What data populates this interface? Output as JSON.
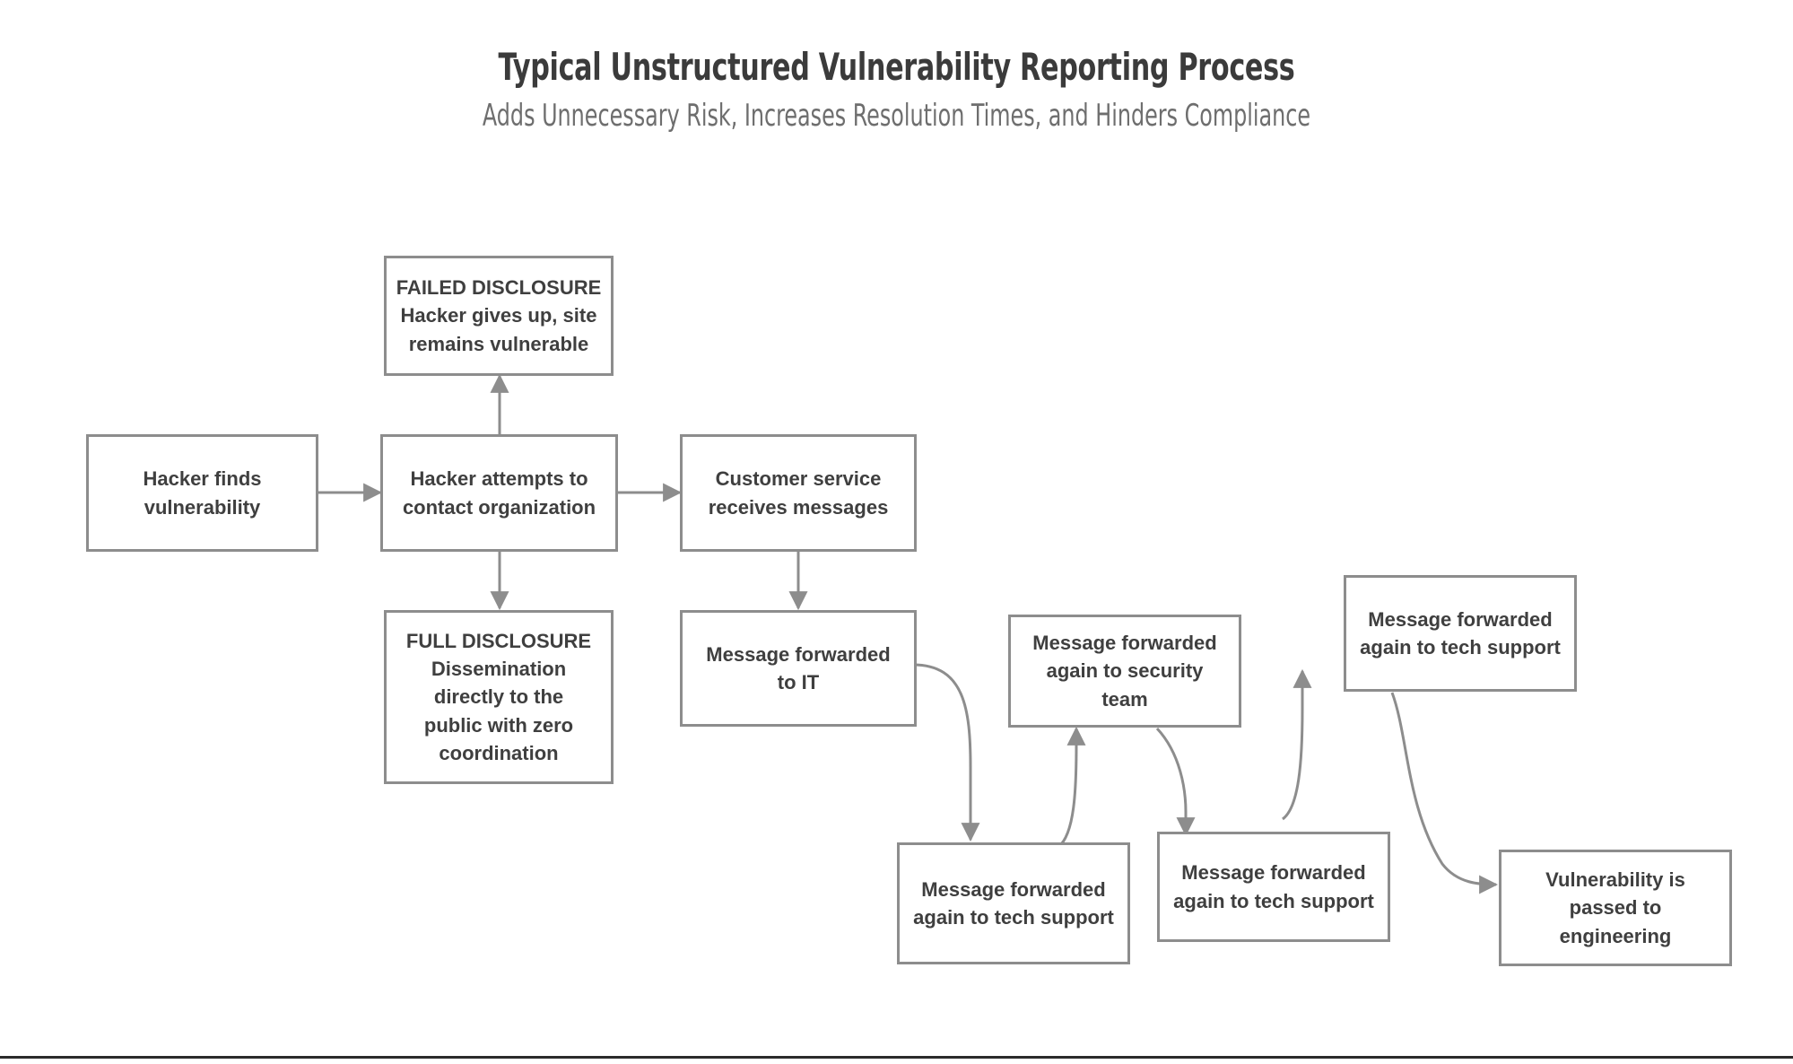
{
  "header": {
    "title": "Typical Unstructured Vulnerability Reporting Process",
    "subtitle": "Adds Unnecessary Risk, Increases Resolution Times, and Hinders Compliance"
  },
  "colors": {
    "background": "#ffffff",
    "node_border": "#8d8d8d",
    "node_fill": "#ffffff",
    "node_text": "#3f3f3f",
    "title_text": "#3b3b3b",
    "subtitle_text": "#6e6e6e",
    "connector": "#8d8d8d",
    "bottom_rule": "#2b2b2b"
  },
  "diagram": {
    "type": "flowchart",
    "nodes": [
      {
        "id": "hacker-finds",
        "label": "Hacker finds\nvulnerability"
      },
      {
        "id": "hacker-attempts",
        "label": "Hacker attempts to\ncontact organization"
      },
      {
        "id": "failed-disclosure",
        "label": "FAILED DISCLOSURE\nHacker gives up, site\nremains vulnerable"
      },
      {
        "id": "full-disclosure",
        "label": "FULL DISCLOSURE\nDissemination\ndirectly to the\npublic with zero\ncoordination"
      },
      {
        "id": "customer-service",
        "label": "Customer service\nreceives messages"
      },
      {
        "id": "forwarded-it",
        "label": "Message forwarded\nto IT"
      },
      {
        "id": "tech-support-1",
        "label": "Message forwarded\nagain to tech support"
      },
      {
        "id": "security-team",
        "label": "Message forwarded\nagain to security\nteam"
      },
      {
        "id": "tech-support-2",
        "label": "Message forwarded\nagain to tech support"
      },
      {
        "id": "tech-support-3",
        "label": "Message forwarded\nagain to tech support"
      },
      {
        "id": "engineering",
        "label": "Vulnerability is\npassed to\nengineering"
      }
    ],
    "edges": [
      {
        "from": "hacker-finds",
        "to": "hacker-attempts",
        "style": "straight-right"
      },
      {
        "from": "hacker-attempts",
        "to": "failed-disclosure",
        "style": "straight-up"
      },
      {
        "from": "hacker-attempts",
        "to": "full-disclosure",
        "style": "straight-down"
      },
      {
        "from": "hacker-attempts",
        "to": "customer-service",
        "style": "straight-right"
      },
      {
        "from": "customer-service",
        "to": "forwarded-it",
        "style": "straight-down"
      },
      {
        "from": "forwarded-it",
        "to": "tech-support-1",
        "style": "curve-down-right"
      },
      {
        "from": "tech-support-1",
        "to": "security-team",
        "style": "curve-up-right"
      },
      {
        "from": "security-team",
        "to": "tech-support-2",
        "style": "curve-down-right"
      },
      {
        "from": "tech-support-2",
        "to": "tech-support-3",
        "style": "curve-up-right"
      },
      {
        "from": "tech-support-3",
        "to": "engineering",
        "style": "curve-down-right"
      }
    ]
  }
}
